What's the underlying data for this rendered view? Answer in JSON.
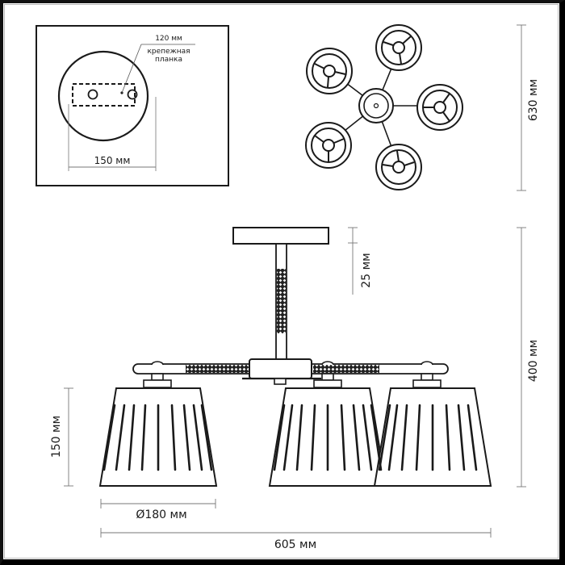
{
  "mounting_inset": {
    "plate_label": "120 мм",
    "plate_caption_line1": "крепежная",
    "plate_caption_line2": "планка",
    "canopy_diameter": "150 мм"
  },
  "top_view": {
    "height_dimension": "630 мм",
    "arms": 5
  },
  "side_view": {
    "stem_adjust": "25 мм",
    "total_height": "400 мм",
    "shade_height": "150 мм",
    "shade_diameter": "Ø180 мм",
    "total_width": "605 мм"
  },
  "colors": {
    "line": "#1a1a1a",
    "dimension_line": "#777777",
    "frame": "#000000",
    "background": "#ffffff"
  }
}
